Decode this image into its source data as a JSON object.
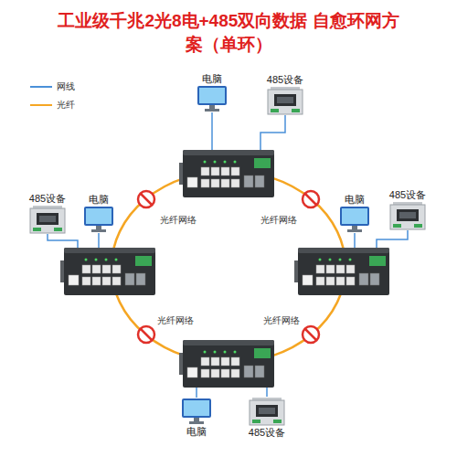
{
  "diagram": {
    "title": "工业级千兆2光8电+485双向数据 自愈环网方案（单环）",
    "nodes": [
      {
        "text": [
          "电脑"
        ]
      },
      {
        "text": [
          "485设备"
        ]
      },
      {
        "text": [
          "485设备"
        ]
      },
      {
        "text": [
          "电脑"
        ]
      },
      {
        "text": [
          "电脑"
        ]
      },
      {
        "text": [
          "485设备"
        ]
      },
      {
        "text": [
          "电脑"
        ]
      },
      {
        "text": [
          "485设备"
        ]
      }
    ],
    "labels": [
      "光纤网络",
      "光纤网络",
      "光纤网络",
      "光纤网络"
    ],
    "legend": [
      {
        "text": "网线"
      },
      {
        "text": "光纤"
      }
    ]
  }
}
